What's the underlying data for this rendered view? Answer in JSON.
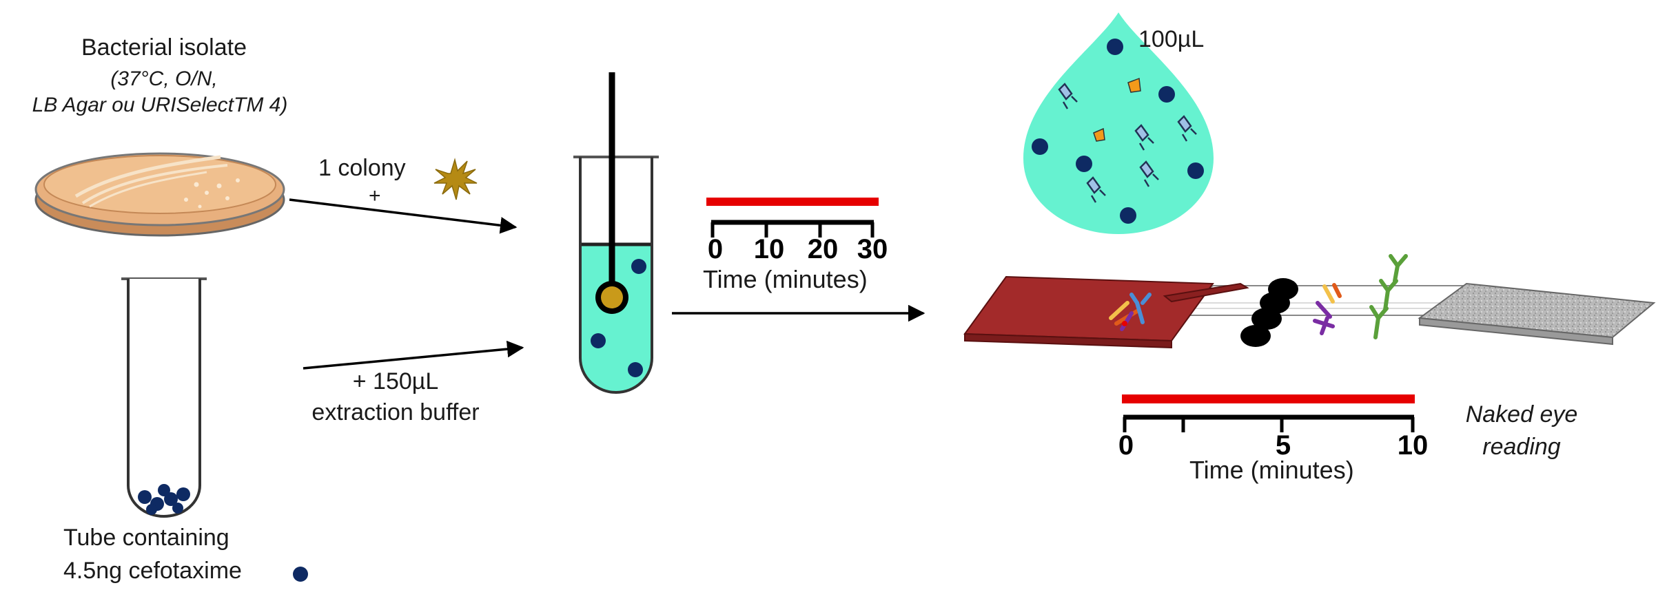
{
  "plate": {
    "title": "Bacterial isolate",
    "cond_line1": "(37°C, O/N,",
    "cond_line2": "LB Agar ou URISelectTM 4)"
  },
  "step1": {
    "colony_label": "1 colony",
    "plus": "+"
  },
  "step2": {
    "buffer_line1": "+ 150µL",
    "buffer_line2": "extraction buffer"
  },
  "tube": {
    "caption_line1": "Tube containing",
    "caption_line2": "4.5ng cefotaxime"
  },
  "timer1": {
    "ticks": [
      "0",
      "10",
      "20",
      "30"
    ],
    "label": "Time (minutes)"
  },
  "drop": {
    "volume": "100µL"
  },
  "timer2": {
    "ticks": [
      "0",
      "5",
      "10"
    ],
    "label": "Time (minutes)"
  },
  "reading": {
    "line1": "Naked eye",
    "line2": "reading"
  },
  "colors": {
    "agar": "#e8b07e",
    "liquid": "#66f2d0",
    "molecule": "#0e2a63",
    "timer_bar": "#e60000",
    "strip_pad": "#a32a2a",
    "colony": "#b58a14"
  }
}
